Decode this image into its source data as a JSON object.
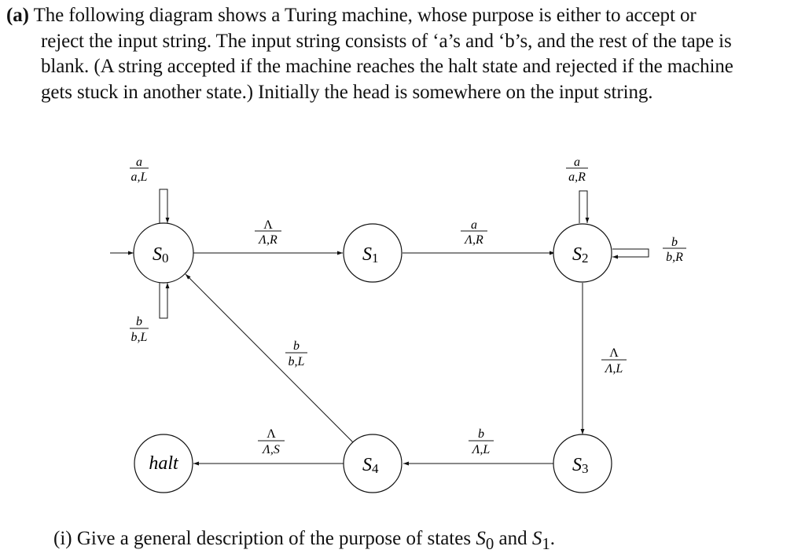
{
  "question": {
    "label": "(a)",
    "lines": [
      "The following diagram shows a Turing machine, whose purpose is either to accept or",
      "reject the input string. The input string consists of ‘a’s and ‘b’s, and the rest of the tape is",
      "blank. (A string accepted if the machine reaches the halt state and rejected if the machine",
      "gets stuck in another state.) Initially the head is somewhere on the input string."
    ]
  },
  "states": {
    "s0": {
      "name": "S",
      "sub": "0"
    },
    "s1": {
      "name": "S",
      "sub": "1"
    },
    "s2": {
      "name": "S",
      "sub": "2"
    },
    "s3": {
      "name": "S",
      "sub": "3"
    },
    "s4": {
      "name": "S",
      "sub": "4"
    },
    "halt": {
      "name": "halt"
    }
  },
  "transitions": {
    "s0_loop_a": {
      "read": "a",
      "action": "a,L"
    },
    "s0_loop_b": {
      "read": "b",
      "action": "b,L"
    },
    "s0_s1": {
      "read": "Λ",
      "action": "Λ,R"
    },
    "s1_s2": {
      "read": "a",
      "action": "Λ,R"
    },
    "s2_loop_a": {
      "read": "a",
      "action": "a,R"
    },
    "s2_loop_b": {
      "read": "b",
      "action": "b,R"
    },
    "s2_s3": {
      "read": "Λ",
      "action": "Λ,L"
    },
    "s3_s4": {
      "read": "b",
      "action": "Λ,L"
    },
    "s4_s0": {
      "read": "b",
      "action": "b,L"
    },
    "s4_halt": {
      "read": "Λ",
      "action": "Λ,S"
    }
  },
  "subquestion": {
    "prefix": "(i) Give a general description of the purpose of states ",
    "s0": "S",
    "s0_sub": "0",
    "mid": " and ",
    "s1": "S",
    "s1_sub": "1",
    "suffix": "."
  }
}
